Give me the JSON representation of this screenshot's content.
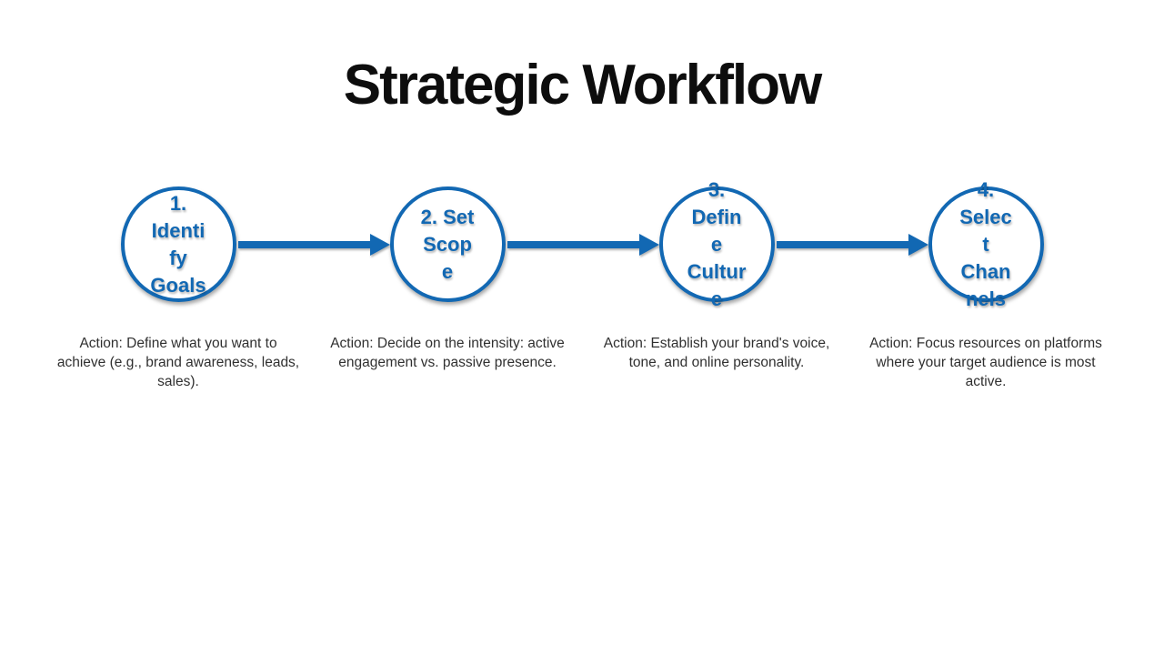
{
  "title": "Strategic Workflow",
  "colors": {
    "accent": "#1268B3",
    "title": "#0d0d0d",
    "body_text": "#303030",
    "background": "#ffffff"
  },
  "steps": [
    {
      "label": "1. Identify Goals",
      "label_lines": [
        "1.",
        "Identi",
        "fy",
        "Goals"
      ],
      "action": "Action: Define what you want to achieve (e.g., brand awareness, leads, sales)."
    },
    {
      "label": "2. Set Scope",
      "label_lines": [
        "2. Set",
        "Scop",
        "e"
      ],
      "action": "Action: Decide on the intensity: active engagement vs. passive presence."
    },
    {
      "label": "3. Define Culture",
      "label_lines": [
        "3.",
        "Defin",
        "e",
        "Cultur",
        "e"
      ],
      "action": "Action: Establish your brand's voice, tone, and online personality."
    },
    {
      "label": "4. Select Channels",
      "label_lines": [
        "4.",
        "Selec",
        "t",
        "Chan",
        "nels"
      ],
      "action": "Action: Focus resources on platforms where your target audience is most active."
    }
  ],
  "layout_note_arrow_count": 3
}
